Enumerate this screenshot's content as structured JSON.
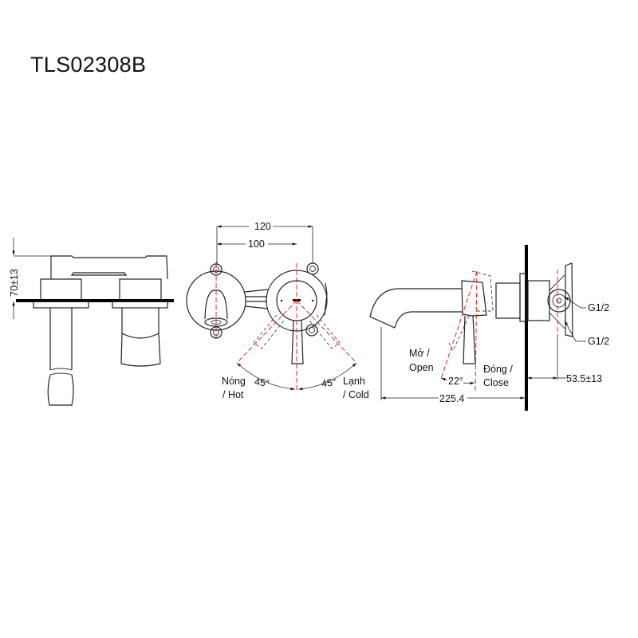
{
  "title": "TLS02308B",
  "side_view": {
    "height_dim": "70±13"
  },
  "front_view": {
    "dim_outer": "120",
    "dim_inner": "100",
    "hot_label_1": "Nóng",
    "hot_label_2": "/ Hot",
    "cold_label_1": "Lạnh",
    "cold_label_2": "/ Cold",
    "angle_hot": "45°",
    "angle_cold": "45°"
  },
  "profile_view": {
    "open_label_1": "Mở /",
    "open_label_2": "Open",
    "close_label_1": "Đóng /",
    "close_label_2": "Close",
    "angle": "22°",
    "thread_top": "G1/2",
    "thread_bottom": "G1/2",
    "depth_dim": "53.5±13",
    "projection_dim": "225.4"
  }
}
